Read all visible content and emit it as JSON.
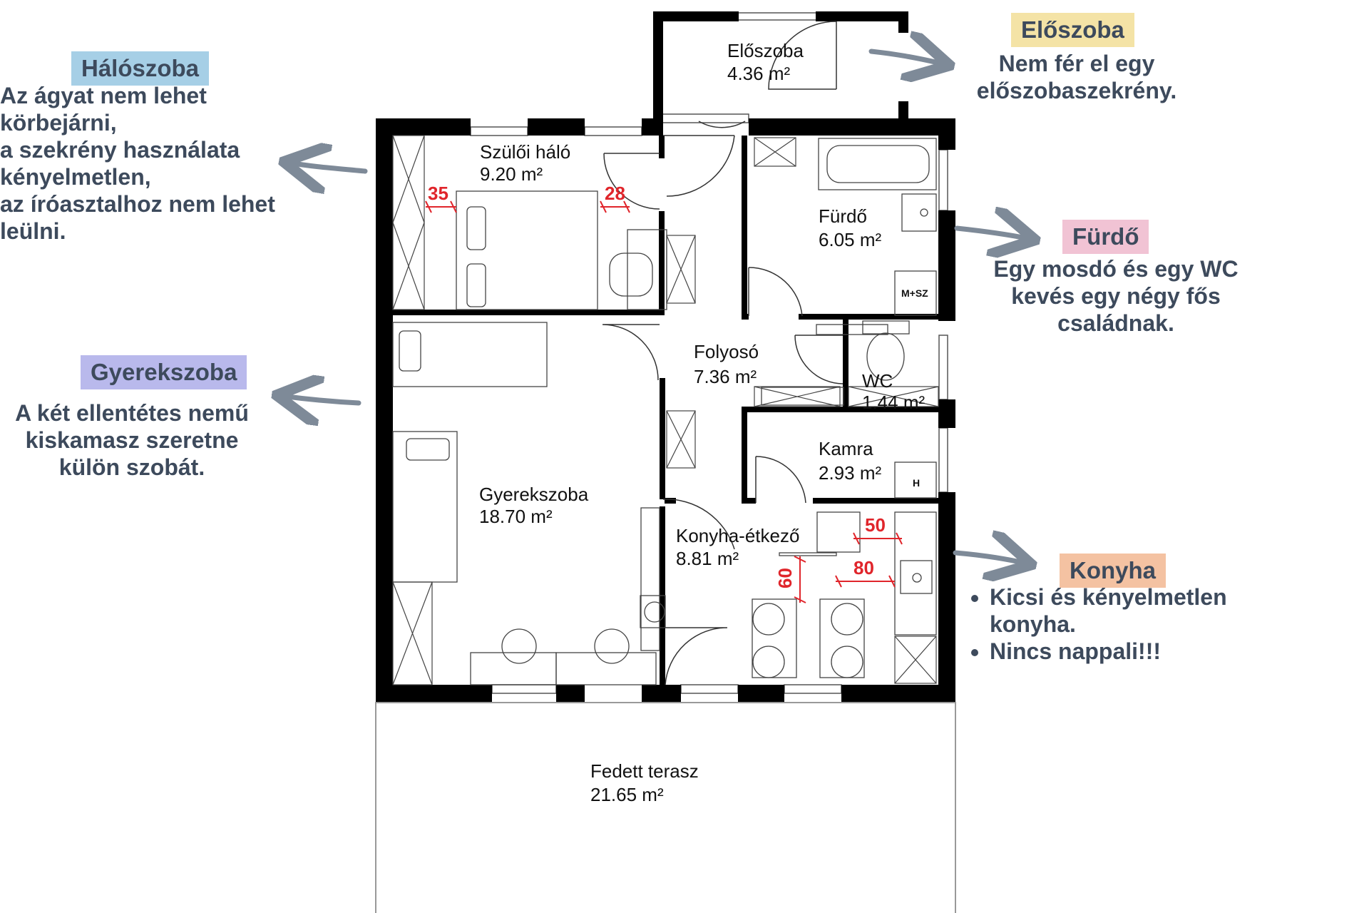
{
  "rooms": {
    "eloszoba": {
      "name": "Előszoba",
      "area": "4.36 m²"
    },
    "szuloi_halo": {
      "name": "Szülői háló",
      "area": "9.20 m²"
    },
    "furdo": {
      "name": "Fürdő",
      "area": "6.05 m²"
    },
    "folyoso": {
      "name": "Folyosó",
      "area": "7.36 m²"
    },
    "wc": {
      "name": "WC",
      "area": "1.44 m²"
    },
    "kamra": {
      "name": "Kamra",
      "area": "2.93 m²"
    },
    "gyerekszoba": {
      "name": "Gyerekszoba",
      "area": "18.70 m²"
    },
    "konyha": {
      "name": "Konyha-étkező",
      "area": "8.81 m²"
    },
    "terasz": {
      "name": "Fedett terasz",
      "area": "21.65 m²"
    }
  },
  "fixtures": {
    "furdo_label": "M+SZ",
    "kamra_label": "H"
  },
  "dimensions": {
    "d35": "35",
    "d28": "28",
    "d50": "50",
    "d80": "80",
    "d60": "60"
  },
  "annotations": {
    "haloszoba": {
      "tag": "Hálószoba",
      "lines": [
        "Az ágyat nem lehet",
        "körbejárni,",
        "a szekrény használata",
        "kényelmetlen,",
        "az íróasztalhoz nem lehet",
        "leülni."
      ]
    },
    "eloszoba": {
      "tag": "Előszoba",
      "lines": [
        "Nem fér el egy",
        "előszobaszekrény."
      ]
    },
    "furdo": {
      "tag": "Fürdő",
      "lines": [
        "Egy mosdó és egy WC",
        "kevés egy négy fős",
        "családnak."
      ]
    },
    "gyerekszoba": {
      "tag": "Gyerekszoba",
      "lines": [
        "A két ellentétes nemű",
        "kiskamasz szeretne",
        "külön szobát."
      ]
    },
    "konyha": {
      "tag": "Konyha",
      "bullets": [
        "Kicsi és kényelmetlen konyha.",
        "Nincs nappali!!!"
      ]
    }
  },
  "colors": {
    "haloszoba_tag": "#a6cfe6",
    "eloszoba_tag": "#f4e3a6",
    "furdo_tag": "#f1c3d4",
    "gyerekszoba_tag": "#b9b9ec",
    "konyha_tag": "#f4c2a2",
    "annotation_text": "#3d4a5c",
    "dimension_red": "#e0252b"
  }
}
